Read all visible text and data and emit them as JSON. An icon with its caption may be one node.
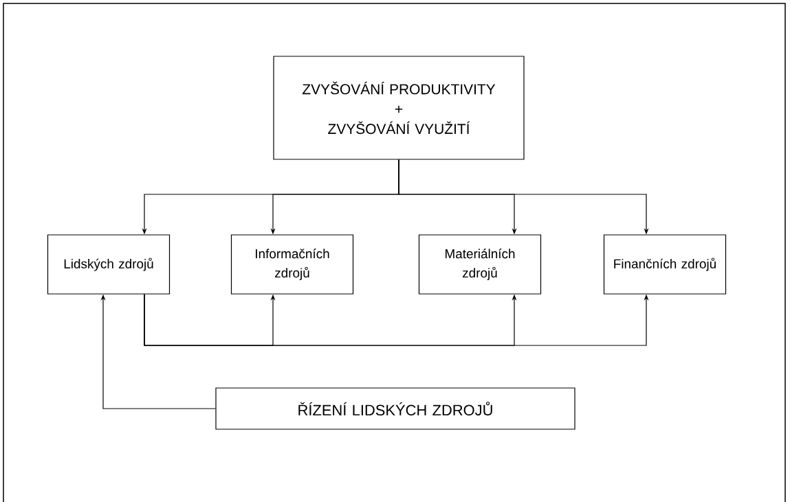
{
  "diagram": {
    "nodes": [
      {
        "text": [
          "ZVYŠOVÁNÍ PRODUKTIVITY",
          "+",
          "ZVYŠOVÁNÍ VYUŽITÍ"
        ]
      },
      {
        "text": [
          "Lidských zdrojů"
        ]
      },
      {
        "text": [
          "Informačních zdrojů"
        ]
      },
      {
        "text": [
          "Materiálních zdrojů"
        ]
      },
      {
        "text": [
          "Finančních zdrojů"
        ]
      },
      {
        "text": [
          "ŘÍZENÍ LIDSKÝCH ZDROJŮ"
        ]
      }
    ],
    "edges": [
      {
        "from": 0,
        "to": 1,
        "arrow": "to"
      },
      {
        "from": 0,
        "to": 2,
        "arrow": "to"
      },
      {
        "from": 0,
        "to": 3,
        "arrow": "to"
      },
      {
        "from": 0,
        "to": 4,
        "arrow": "to"
      },
      {
        "from": 1,
        "to": 2,
        "arrow": "to"
      },
      {
        "from": 1,
        "to": 3,
        "arrow": "to"
      },
      {
        "from": 1,
        "to": 4,
        "arrow": "to"
      },
      {
        "from": 5,
        "to": 1,
        "arrow": "to"
      }
    ]
  }
}
